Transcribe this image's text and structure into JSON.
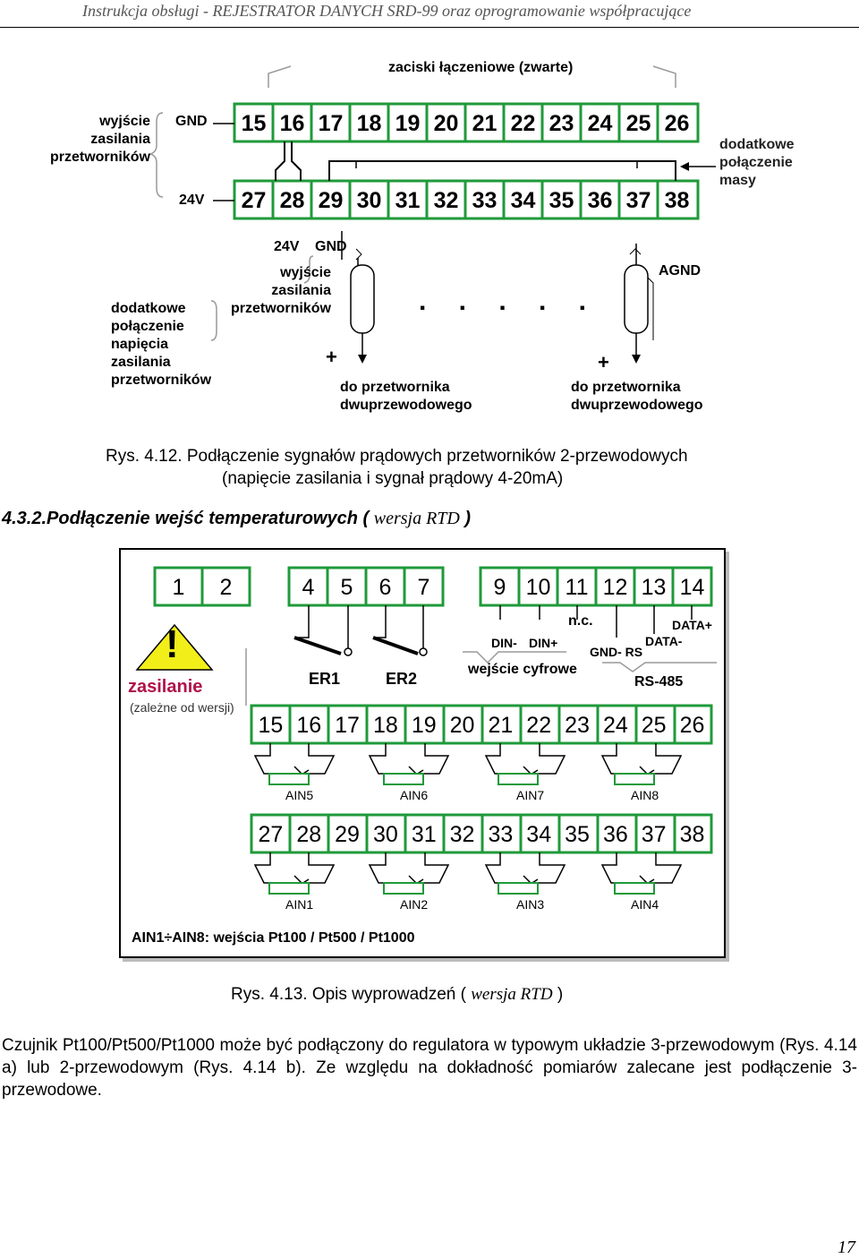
{
  "header": {
    "title": "Instrukcja obsługi - REJESTRATOR DANYCH SRD-99 oraz oprogramowanie współpracujące"
  },
  "fig412": {
    "zaciski_label": "zaciski łączeniowe (zwarte)",
    "wyjscie_left": [
      "wyjście",
      "zasilania",
      "przetworników"
    ],
    "gnd": "GND",
    "v24": "24V",
    "top_terminals": [
      "15",
      "16",
      "17",
      "18",
      "19",
      "20",
      "21",
      "22",
      "23",
      "24",
      "25",
      "26"
    ],
    "bottom_terminals": [
      "27",
      "28",
      "29",
      "30",
      "31",
      "32",
      "33",
      "34",
      "35",
      "36",
      "37",
      "38"
    ],
    "dodatkowe_masy": [
      "dodatkowe",
      "połączenie",
      "masy"
    ],
    "dodatkowe_napiecia": [
      "dodatkowe",
      "połączenie",
      "napięcia",
      "zasilania",
      "przetworników"
    ],
    "small_24v": "24V",
    "small_gnd": "GND",
    "wyjscie_mid": [
      "wyjście",
      "zasilania",
      "przetworników"
    ],
    "dots": ". . . . .",
    "agnd": "AGND",
    "plus": "+",
    "do_przetwornika": [
      "do przetwornika",
      "dwuprzewodowego"
    ],
    "caption_line1_prefix": "Rys. 4.12.",
    "caption_line1": " Podłączenie sygnałów prądowych przetworników 2-przewodowych",
    "caption_line2": "(napięcie zasilania i sygnał prądowy 4-20mA)"
  },
  "section": {
    "number": "4.3.2.",
    "title": "Podłączenie wejść temperaturowych ( ",
    "version": "wersja RTD",
    "close": " )"
  },
  "fig413": {
    "terminals_power": [
      "1",
      "2"
    ],
    "terminals_er": [
      "4",
      "5",
      "6",
      "7"
    ],
    "terminals_io": [
      "9",
      "10",
      "11",
      "12",
      "13",
      "14"
    ],
    "warning_mark": "!",
    "zasilanie": "zasilanie",
    "zalezne": "(zależne od wersji)",
    "er1": "ER1",
    "er2": "ER2",
    "nc": "n.c.",
    "din_minus": "DIN-",
    "din_plus": "DIN+",
    "wejscie_cyfrowe": "wejście cyfrowe",
    "data_plus": "DATA+",
    "data_minus": "DATA-",
    "gnd_rs": "GND- RS",
    "rs485": "RS-485",
    "row_middle": [
      "15",
      "16",
      "17",
      "18",
      "19",
      "20",
      "21",
      "22",
      "23",
      "24",
      "25",
      "26"
    ],
    "row_bottom": [
      "27",
      "28",
      "29",
      "30",
      "31",
      "32",
      "33",
      "34",
      "35",
      "36",
      "37",
      "38"
    ],
    "ain_upper": [
      "AIN5",
      "AIN6",
      "AIN7",
      "AIN8"
    ],
    "ain_lower": [
      "AIN1",
      "AIN2",
      "AIN3",
      "AIN4"
    ],
    "legend": "AIN1÷AIN8: wejścia Pt100 / Pt500 / Pt1000",
    "caption_prefix": "Rys. 4.13. Opis wyprowadzeń ( ",
    "caption_version": "wersja RTD",
    "caption_close": " )"
  },
  "paragraph": "Czujnik Pt100/Pt500/Pt1000 może być podłączony do regulatora w typowym układzie 3-przewodowym (Rys. 4.14 a) lub 2-przewodowym (Rys. 4.14 b). Ze względu na dokładność pomiarów zalecane jest podłączenie 3-przewodowe.",
  "page_number": "17",
  "colors": {
    "terminal_green": "#1f9a3a",
    "zasilanie_red": "#b0124a",
    "warning_yellow": "#f2ee1a"
  }
}
